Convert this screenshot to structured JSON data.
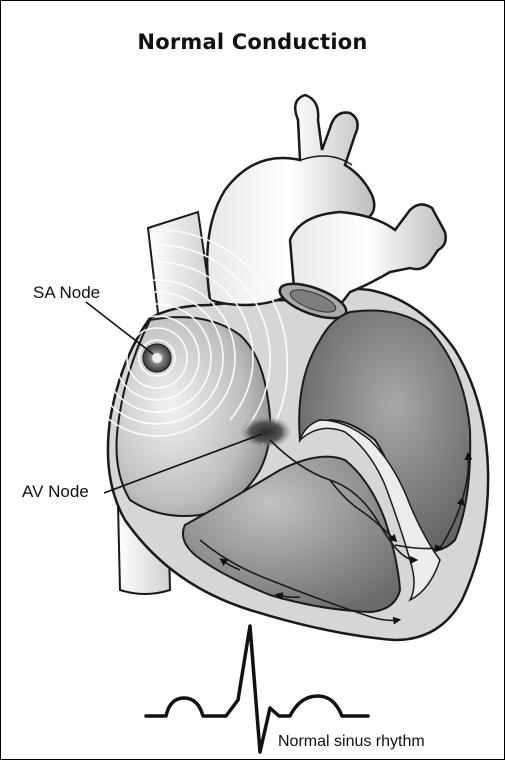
{
  "title": "Normal Conduction",
  "labels": {
    "sa_node": "SA Node",
    "av_node": "AV Node",
    "rhythm": "Normal sinus rhythm"
  },
  "colors": {
    "outline": "#1a1a1a",
    "heart_fill_light": "#f4f4f4",
    "heart_fill_mid": "#c9c9c9",
    "heart_fill_dark": "#8a8a8a",
    "chamber_dark": "#6e6e6e"
  }
}
